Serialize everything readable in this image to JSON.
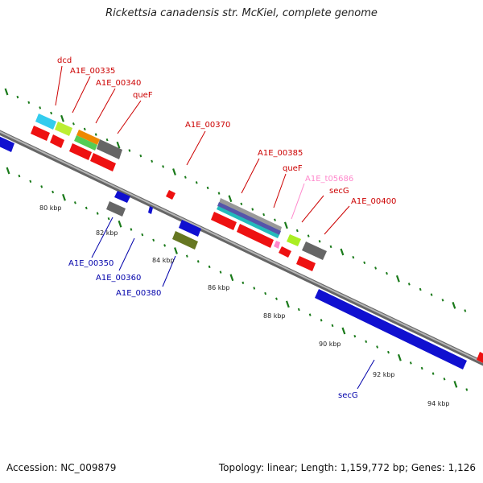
{
  "title": "Rickettsia canadensis str. McKiel, complete genome",
  "accession": "Accession: NC_009879",
  "summary": "Topology: linear; Length: 1,159,772 bp; Genes: 1,126",
  "colors": {
    "forward_label": "#cc0000",
    "reverse_label": "#0000aa",
    "trna_label": "#ff88cc",
    "ticks": "#1a7a1a",
    "backbone": "#888888"
  },
  "scale_labels": [
    "80 kbp",
    "82 kbp",
    "84 kbp",
    "86 kbp",
    "88 kbp",
    "90 kbp",
    "92 kbp",
    "94 kbp"
  ],
  "forward_genes": [
    {
      "id": "dcd",
      "label": "dcd"
    },
    {
      "id": "a1e-00335",
      "label": "A1E_00335"
    },
    {
      "id": "a1e-00340",
      "label": "A1E_00340"
    },
    {
      "id": "quef-1",
      "label": "queF"
    },
    {
      "id": "a1e-00370",
      "label": "A1E_00370"
    },
    {
      "id": "a1e-00385",
      "label": "A1E_00385"
    },
    {
      "id": "quef-2",
      "label": "queF"
    },
    {
      "id": "a1e-t05686",
      "label": "A1E_t05686"
    },
    {
      "id": "secg-fwd",
      "label": "secG"
    },
    {
      "id": "a1e-00400",
      "label": "A1E_00400"
    }
  ],
  "reverse_genes": [
    {
      "id": "a1e-00350",
      "label": "A1E_00350"
    },
    {
      "id": "a1e-00360",
      "label": "A1E_00360"
    },
    {
      "id": "a1e-00380",
      "label": "A1E_00380"
    },
    {
      "id": "secg-rev",
      "label": "secG"
    }
  ]
}
